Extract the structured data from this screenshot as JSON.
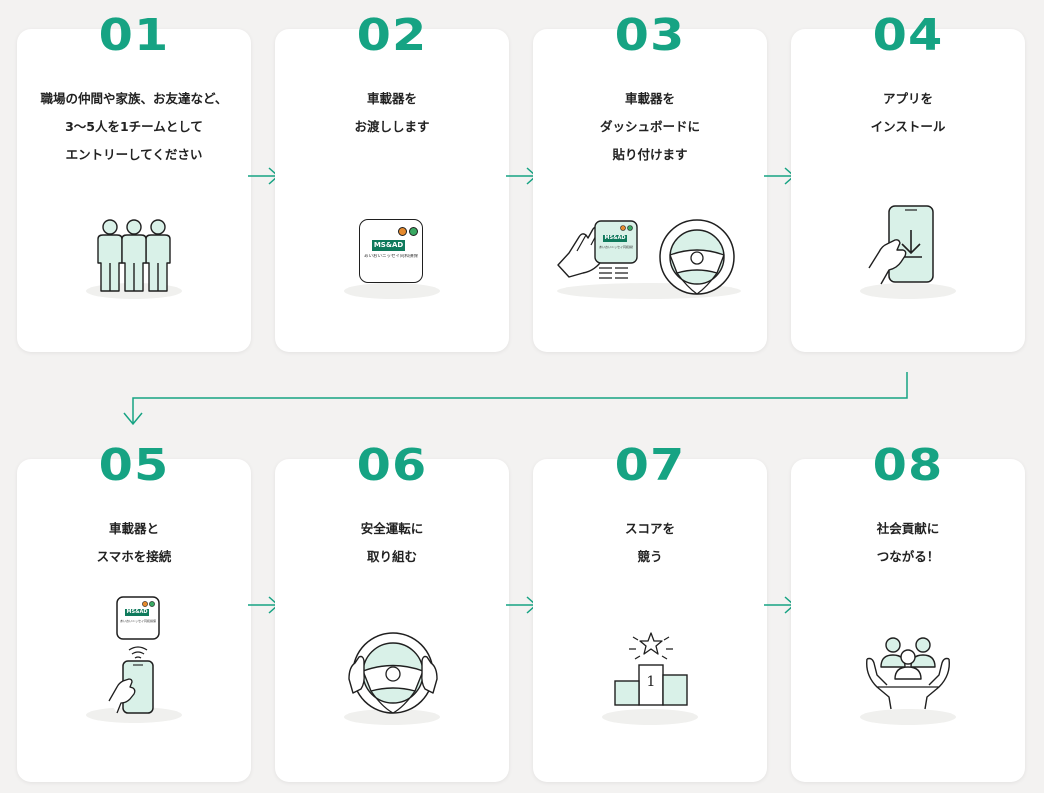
{
  "steps": [
    {
      "number": "01",
      "lines": [
        "職場の仲間や家族、お友達など、",
        "3～5人を1チームとして",
        "エントリーしてください"
      ],
      "icon": "people-group-icon"
    },
    {
      "number": "02",
      "lines": [
        "車載器を",
        "お渡しします"
      ],
      "icon": "in-car-device-icon"
    },
    {
      "number": "03",
      "lines": [
        "車載器を",
        "ダッシュボードに",
        "貼り付けます"
      ],
      "icon": "dashboard-mount-icon"
    },
    {
      "number": "04",
      "lines": [
        "アプリを",
        "インストール"
      ],
      "icon": "smartphone-download-icon"
    },
    {
      "number": "05",
      "lines": [
        "車載器と",
        "スマホを接続"
      ],
      "icon": "device-phone-connect-icon"
    },
    {
      "number": "06",
      "lines": [
        "安全運転に",
        "取り組む"
      ],
      "icon": "steering-wheel-hands-icon"
    },
    {
      "number": "07",
      "lines": [
        "スコアを",
        "競う"
      ],
      "icon": "podium-star-icon"
    },
    {
      "number": "08",
      "lines": [
        "社会貢献に",
        "つながる！"
      ],
      "icon": "community-hands-icon"
    }
  ],
  "device": {
    "brand": "MS&AD",
    "caption": "あいおいニッセイ同和損保"
  },
  "podium": {
    "rank": "1"
  },
  "colors": {
    "accent": "#16a383",
    "mint": "#d9f1e8",
    "background": "#f3f2f1",
    "card": "#ffffff"
  }
}
